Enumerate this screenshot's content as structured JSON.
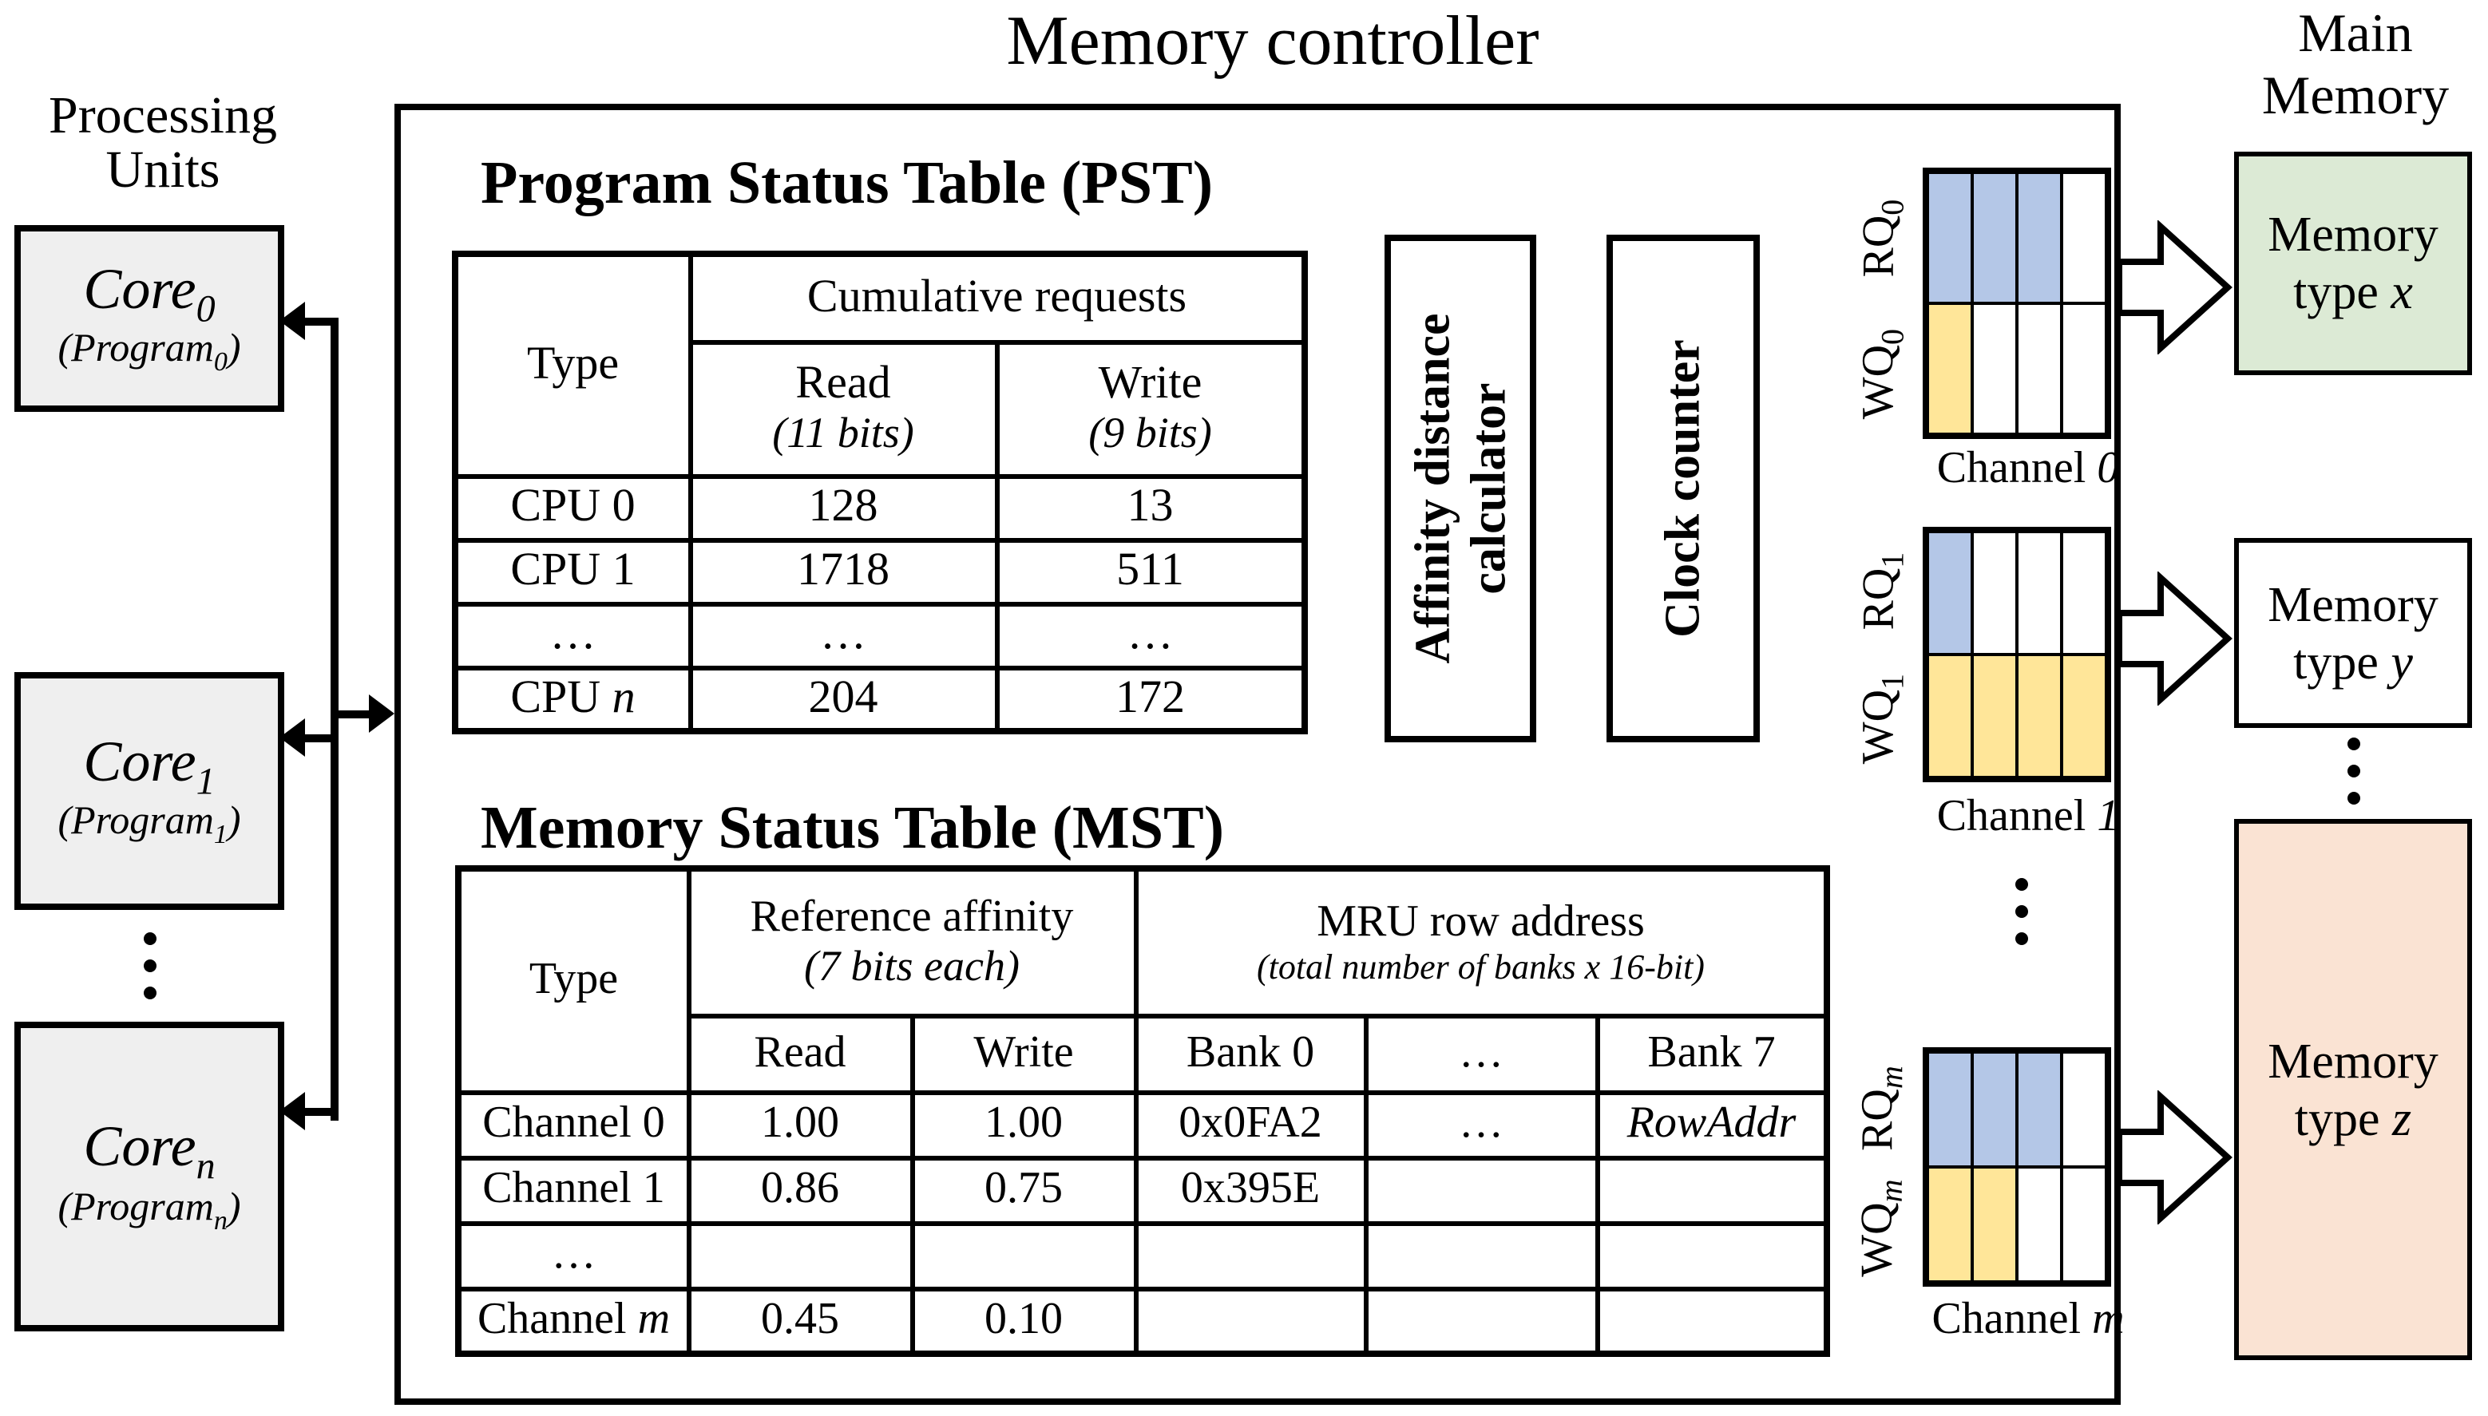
{
  "colors": {
    "queue_read_fill": "#b4c7e7",
    "queue_write_fill": "#ffe699",
    "core_fill": "#efefef",
    "line_color": "#000000"
  },
  "header": {
    "title": "Memory controller"
  },
  "processing_units": {
    "title_line1": "Processing",
    "title_line2": "Units",
    "cores": [
      {
        "name": "Core",
        "name_sub": "0",
        "prog_prefix": "(Program",
        "prog_sub": "0",
        "prog_suffix": ")"
      },
      {
        "name": "Core",
        "name_sub": "1",
        "prog_prefix": "(Program",
        "prog_sub": "1",
        "prog_suffix": ")"
      },
      {
        "name": "Core",
        "name_sub": "n",
        "prog_prefix": "(Program",
        "prog_sub": "n",
        "prog_suffix": ")"
      }
    ]
  },
  "pst": {
    "title": "Program Status Table (PST)",
    "headers": {
      "type": "Type",
      "cumulative": "Cumulative requests",
      "read": "Read",
      "read_bits": "(11 bits)",
      "write": "Write",
      "write_bits": "(9 bits)"
    },
    "rows": [
      {
        "type": "CPU 0",
        "type_italic": "",
        "read": "128",
        "write": "13"
      },
      {
        "type": "CPU 1",
        "type_italic": "",
        "read": "1718",
        "write": "511"
      },
      {
        "type": "…",
        "type_italic": "",
        "read": "…",
        "write": "…"
      },
      {
        "type": "CPU ",
        "type_italic": "n",
        "read": "204",
        "write": "172"
      }
    ]
  },
  "mst": {
    "title": "Memory Status Table (MST)",
    "headers": {
      "type": "Type",
      "ref_affinity": "Reference affinity",
      "ref_bits": "(7 bits each)",
      "mru": "MRU row address",
      "mru_bits": "(total number of banks x 16-bit)",
      "read": "Read",
      "write": "Write",
      "bank0": "Bank 0",
      "dots": "…",
      "bank7": "Bank 7"
    },
    "rows": [
      {
        "type": "Channel 0",
        "type_italic": "",
        "read": "1.00",
        "write": "1.00",
        "bank0": "0x0FA2",
        "mid": "…",
        "bank7": "RowAddr",
        "bank7_italic": true
      },
      {
        "type": "Channel 1",
        "type_italic": "",
        "read": "0.86",
        "write": "0.75",
        "bank0": "0x395E",
        "mid": "",
        "bank7": "",
        "bank7_italic": false
      },
      {
        "type": "…",
        "type_italic": "",
        "read": "",
        "write": "",
        "bank0": "",
        "mid": "",
        "bank7": "",
        "bank7_italic": false
      },
      {
        "type": "Channel ",
        "type_italic": "m",
        "read": "0.45",
        "write": "0.10",
        "bank0": "",
        "mid": "",
        "bank7": "",
        "bank7_italic": false
      }
    ]
  },
  "modules": {
    "affinity_line1": "Affinity distance",
    "affinity_line2": "calculator",
    "clock": "Clock counter"
  },
  "channels": [
    {
      "rq_label": "RQ",
      "rq_sub": "0",
      "wq_label": "WQ",
      "wq_sub": "0",
      "name": "Channel ",
      "name_italic": "0",
      "rq_cells": [
        "read",
        "read",
        "read",
        "empty"
      ],
      "wq_cells": [
        "write",
        "empty",
        "empty",
        "empty"
      ]
    },
    {
      "rq_label": "RQ",
      "rq_sub": "1",
      "wq_label": "WQ",
      "wq_sub": "1",
      "name": "Channel ",
      "name_italic": "1",
      "rq_cells": [
        "read",
        "empty",
        "empty",
        "empty"
      ],
      "wq_cells": [
        "write",
        "write",
        "write",
        "write"
      ]
    },
    {
      "rq_label": "RQ",
      "rq_sub": "m",
      "wq_label": "WQ",
      "wq_sub": "m",
      "name": "Channel ",
      "name_italic": "m",
      "rq_cells": [
        "read",
        "read",
        "read",
        "empty"
      ],
      "wq_cells": [
        "write",
        "write",
        "empty",
        "empty"
      ]
    }
  ],
  "main_memory": {
    "title_line1": "Main",
    "title_line2": "Memory",
    "boxes": [
      {
        "line1": "Memory",
        "line2": "type ",
        "letter": "x",
        "fill": "#dcead5"
      },
      {
        "line1": "Memory",
        "line2": "type ",
        "letter": "y",
        "fill": "#ffffff"
      },
      {
        "line1": "Memory",
        "line2": "type ",
        "letter": "z",
        "fill": "#fae3d3"
      }
    ]
  }
}
